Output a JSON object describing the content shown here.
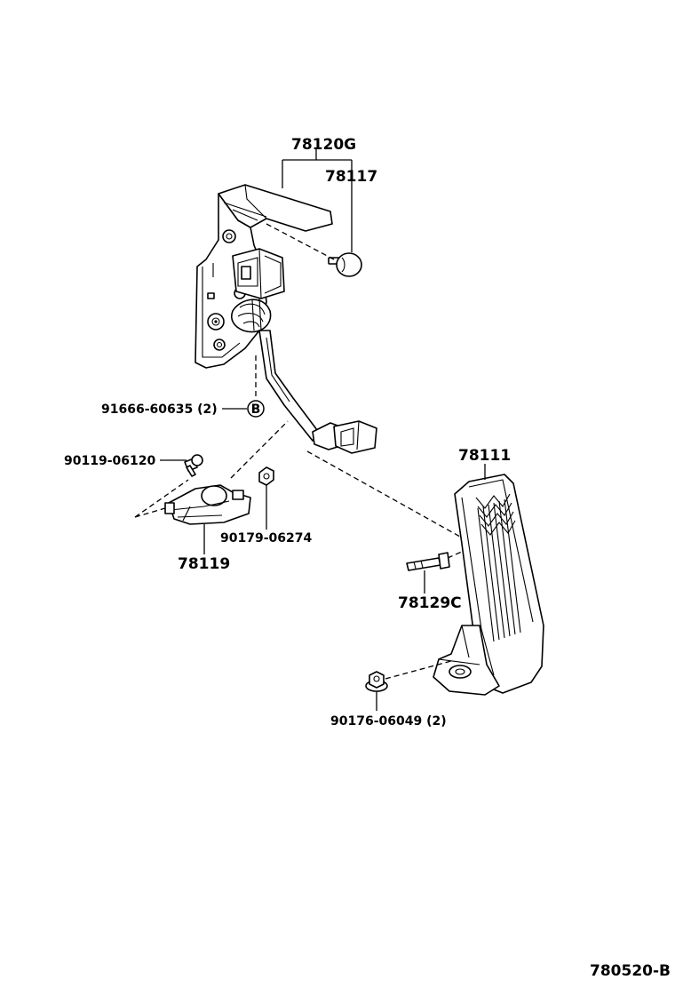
{
  "labels": {
    "assembly_no": "78120G",
    "pad_no": "78117",
    "screw_b_no": "91666-60635 (2)",
    "callout_b": "B",
    "bolt_no": "90119-06120",
    "sensor_no": "78119",
    "nut_no": "90179-06274",
    "pedal_arm_no": "78111",
    "pivot_bolt_no": "78129C",
    "flange_nut_no": "90176-06049 (2)",
    "figure_id": "780520-B"
  }
}
